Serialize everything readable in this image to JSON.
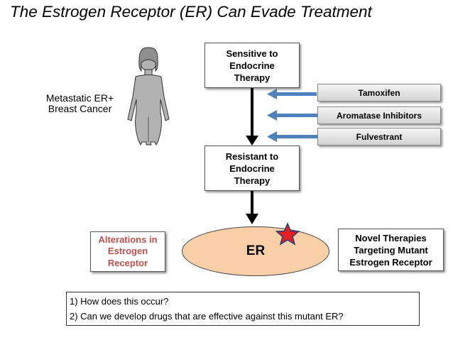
{
  "title": "The Estrogen Receptor (ER) Can Evade Treatment",
  "patient": {
    "label_line1": "Metastatic ER+",
    "label_line2": "Breast Cancer",
    "icon": "female-silhouette-icon"
  },
  "sensitive_box": {
    "line1": "Sensitive to",
    "line2": "Endocrine",
    "line3": "Therapy"
  },
  "resistant_box": {
    "line1": "Resistant to",
    "line2": "Endocrine",
    "line3": "Therapy"
  },
  "therapies": [
    "Tamoxifen",
    "Aromatase Inhibitors",
    "Fulvestrant"
  ],
  "er_label": "ER",
  "alterations": {
    "line1": "Alterations in",
    "line2": "Estrogen",
    "line3": "Receptor"
  },
  "novel": {
    "line1": "Novel Therapies",
    "line2": "Targeting Mutant",
    "line3": "Estrogen Receptor"
  },
  "questions": [
    "1)  How does this occur?",
    "2)  Can we develop drugs that are effective against this mutant ER?"
  ],
  "colors": {
    "arrow_blue": "#4f81bd",
    "ellipse_fill": "#f9cfa7",
    "alteration_text": "#c0504d",
    "star": "#e31e24"
  }
}
